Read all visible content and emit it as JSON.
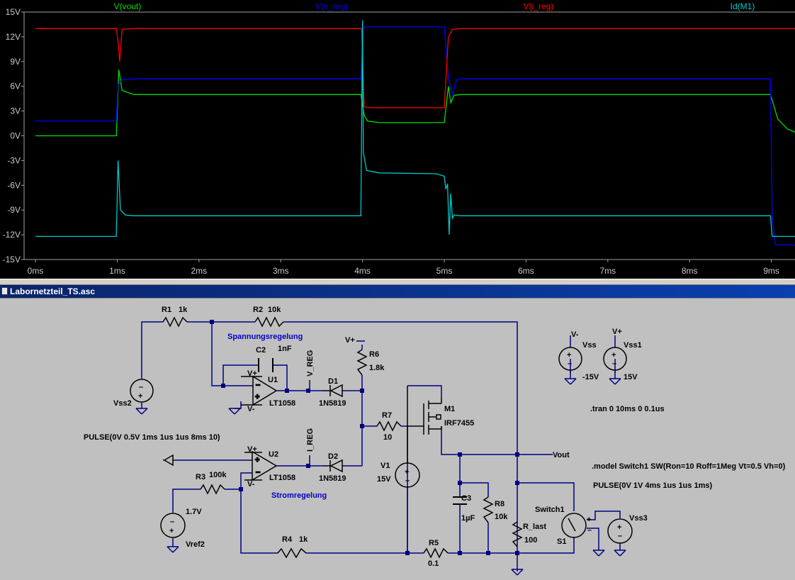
{
  "waveform": {
    "traces": [
      {
        "label": "V(vout)",
        "color": "#00e000"
      },
      {
        "label": "V(v_reg)",
        "color": "#0000ff"
      },
      {
        "label": "V(i_reg)",
        "color": "#ff0000"
      },
      {
        "label": "Id(M1)",
        "color": "#00c8c8"
      }
    ],
    "y_ticks": [
      "15V",
      "12V",
      "9V",
      "6V",
      "3V",
      "0V",
      "-3V",
      "-6V",
      "-9V",
      "-12V",
      "-15V"
    ],
    "x_ticks": [
      "0ms",
      "1ms",
      "2ms",
      "3ms",
      "4ms",
      "5ms",
      "6ms",
      "7ms",
      "8ms",
      "9ms"
    ]
  },
  "chart_data": {
    "type": "line",
    "xlabel": "",
    "ylabel": "",
    "xlim": [
      0,
      9.4
    ],
    "ylim": [
      -15,
      15
    ],
    "grid": false,
    "legend_placement": "top",
    "series": [
      {
        "name": "V(vout)",
        "color": "#00e000",
        "x": [
          0,
          0.99,
          1.02,
          1.06,
          1.2,
          2,
          3,
          3.98,
          4.02,
          4.06,
          4.2,
          5.0,
          5.05,
          5.08,
          5.12,
          5.2,
          6,
          7,
          8,
          8.99,
          9.02,
          9.08,
          9.2,
          9.35
        ],
        "y": [
          0,
          0,
          8,
          5.5,
          5,
          5,
          5,
          5,
          2.5,
          1.8,
          1.6,
          1.6,
          6,
          4,
          4.9,
          5,
          5,
          5,
          5,
          5,
          4,
          2,
          0.8,
          0.2
        ]
      },
      {
        "name": "V(v_reg)",
        "color": "#0000ff",
        "x": [
          0,
          0.99,
          1.01,
          1.06,
          1.2,
          2,
          3,
          3.98,
          4.01,
          4.04,
          4.2,
          5.0,
          5.05,
          5.1,
          5.15,
          5.2,
          6,
          7,
          8,
          8.99,
          9.01,
          9.05,
          9.2,
          9.4
        ],
        "y": [
          1.8,
          1.8,
          6.2,
          6.8,
          6.9,
          6.9,
          6.9,
          6.9,
          13,
          13.2,
          13.2,
          13.2,
          7,
          5,
          6.8,
          6.9,
          6.9,
          6.9,
          6.9,
          6.9,
          -10,
          -13.2,
          -13.2,
          -13.3
        ]
      },
      {
        "name": "V(i_reg)",
        "color": "#ff0000",
        "x": [
          0,
          0.99,
          1.01,
          1.03,
          1.06,
          1.2,
          2,
          3,
          3.99,
          4.02,
          4.1,
          5.0,
          5.05,
          5.1,
          5.2,
          6,
          7,
          8,
          9,
          9.4
        ],
        "y": [
          13,
          13,
          11.5,
          9,
          12.9,
          13,
          13,
          13,
          13,
          3.5,
          3.4,
          3.4,
          12,
          12.9,
          13,
          13,
          13,
          13,
          13,
          13
        ]
      },
      {
        "name": "Id(M1)",
        "color": "#00c8c8",
        "x": [
          0,
          0.99,
          1.01,
          1.04,
          1.1,
          1.2,
          2,
          3,
          3.98,
          4.0,
          4.01,
          4.05,
          4.2,
          4.9,
          5.0,
          5.02,
          5.04,
          5.06,
          5.08,
          5.1,
          5.12,
          5.2,
          6,
          7,
          8,
          8.99,
          9.01,
          9.05,
          9.4
        ],
        "y": [
          -12.2,
          -12.2,
          -3,
          -9,
          -9.6,
          -9.7,
          -9.7,
          -9.7,
          -9.7,
          14,
          -2,
          -4.2,
          -4.5,
          -4.6,
          -4.9,
          -6.5,
          -5.8,
          -12,
          -7,
          -10,
          -9.6,
          -9.7,
          -9.7,
          -9.7,
          -9.7,
          -9.7,
          -12.2,
          -12.2,
          -12.2
        ]
      }
    ]
  },
  "schematic": {
    "window_title": "Labornetzteil_TS.asc",
    "labels": {
      "r1_name": "R1",
      "r1_val": "1k",
      "r2_name": "R2",
      "r2_val": "10k",
      "spannungsregelung": "Spannungsregelung",
      "stromregelung": "Stromregelung",
      "c2_name": "C2",
      "c2_val": "1nF",
      "u1_name": "U1",
      "u1_model": "LT1058",
      "u2_name": "U2",
      "u2_model": "LT1058",
      "vplus": "V+",
      "vminus": "V-",
      "v_reg": "V_REG",
      "i_reg": "I_REG",
      "d1_name": "D1",
      "d1_model": "1N5819",
      "d2_name": "D2",
      "d2_model": "1N5819",
      "r6_name": "R6",
      "r6_val": "1.8k",
      "r7_name": "R7",
      "r7_val": "10",
      "m1_name": "M1",
      "m1_model": "IRF7455",
      "vss2": "Vss2",
      "pulse1": "PULSE(0V 0.5V 1ms 1us 1us 8ms 10)",
      "r3_name": "R3",
      "r3_val": "100k",
      "vref2_name": "Vref2",
      "vref2_val": "1.7V",
      "r4_name": "R4",
      "r4_val": "1k",
      "v1_name": "V1",
      "v1_val": "15V",
      "c3_name": "C3",
      "c3_val": "1µF",
      "r8_name": "R8",
      "r8_val": "10k",
      "r5_name": "R5",
      "r5_val": "0.1",
      "rlast_name": "R_last",
      "rlast_val": "100",
      "vout": "Vout",
      "switch1": "Switch1",
      "s1": "S1",
      "vss3": "Vss3",
      "vss_name": "Vss",
      "vss_val": "-15V",
      "vss1_name": "Vss1",
      "vss1_val": "15V",
      "tran": ".tran 0 10ms 0 0.1us",
      "model": ".model Switch1 SW(Ron=10 Roff=1Meg Vt=0.5 Vh=0)",
      "pulse2": "PULSE(0V 1V 4ms 1us 1us 1ms)"
    }
  }
}
